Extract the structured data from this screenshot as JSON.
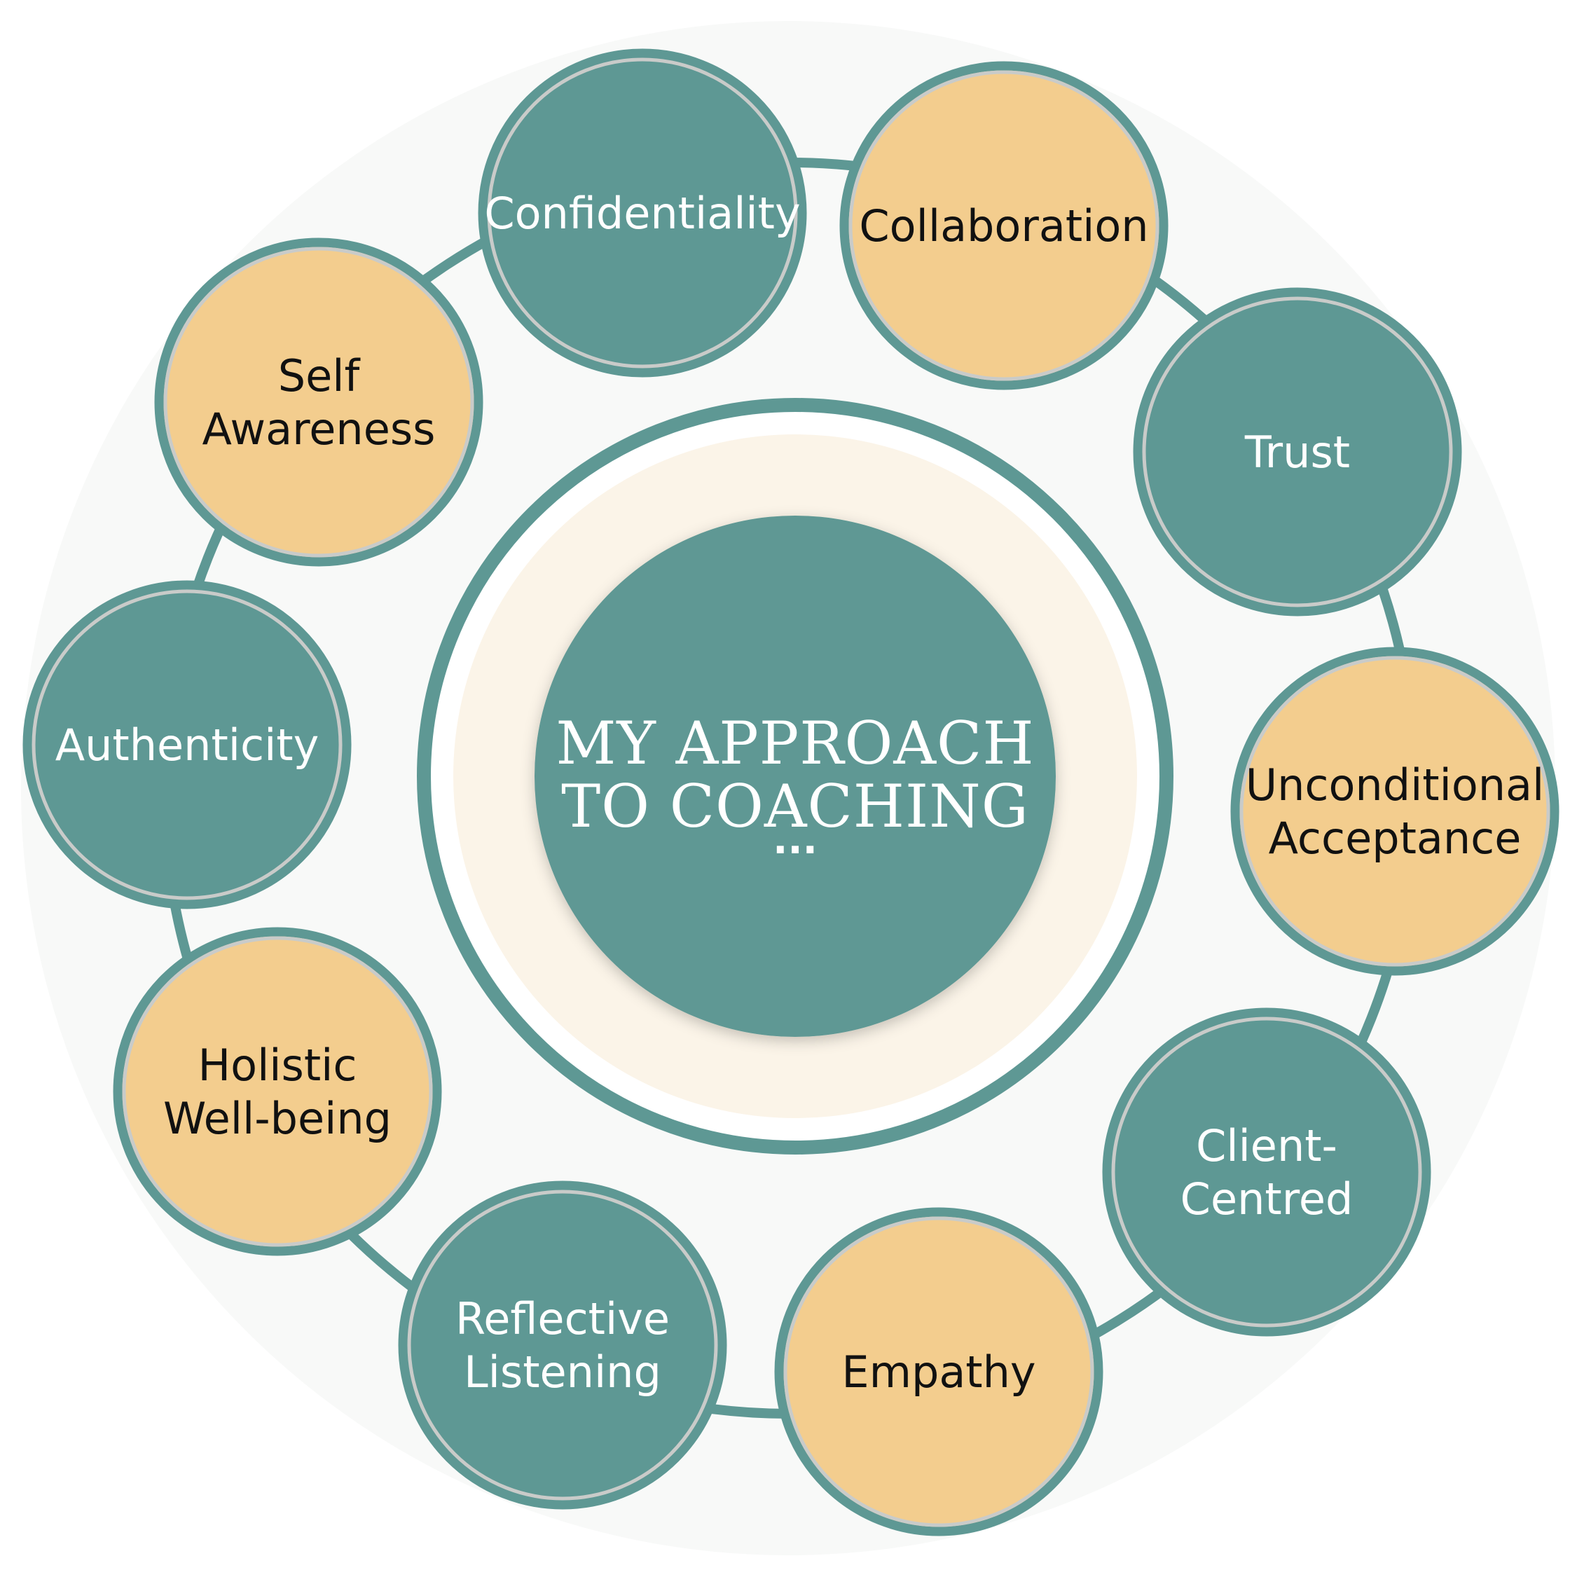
{
  "center": {
    "title_line1": "MY APPROACH",
    "title_line2": "TO COACHING",
    "ellipsis": "..."
  },
  "colors": {
    "teal": "#5e9894",
    "gold": "#f3cd8e",
    "backdrop": "#f8f9f8",
    "ring_fill": "#fbf4e8",
    "rim": "#c9cbc9",
    "dark_text": "#111111",
    "light_text": "#ffffff"
  },
  "nodes": [
    {
      "id": "confidentiality",
      "lines": [
        "Confidentiality"
      ],
      "color": "teal"
    },
    {
      "id": "collaboration",
      "lines": [
        "Collaboration"
      ],
      "color": "gold"
    },
    {
      "id": "trust",
      "lines": [
        "Trust"
      ],
      "color": "teal"
    },
    {
      "id": "unconditional-acceptance",
      "lines": [
        "Unconditional",
        "Acceptance"
      ],
      "color": "gold"
    },
    {
      "id": "client-centred",
      "lines": [
        "Client-",
        "Centred"
      ],
      "color": "teal"
    },
    {
      "id": "empathy",
      "lines": [
        "Empathy"
      ],
      "color": "gold"
    },
    {
      "id": "reflective-listening",
      "lines": [
        "Reflective",
        "Listening"
      ],
      "color": "teal"
    },
    {
      "id": "holistic-well-being",
      "lines": [
        "Holistic",
        "Well-being"
      ],
      "color": "gold"
    },
    {
      "id": "authenticity",
      "lines": [
        "Authenticity"
      ],
      "color": "teal"
    },
    {
      "id": "self-awareness",
      "lines": [
        "Self",
        "Awareness"
      ],
      "color": "gold"
    }
  ]
}
